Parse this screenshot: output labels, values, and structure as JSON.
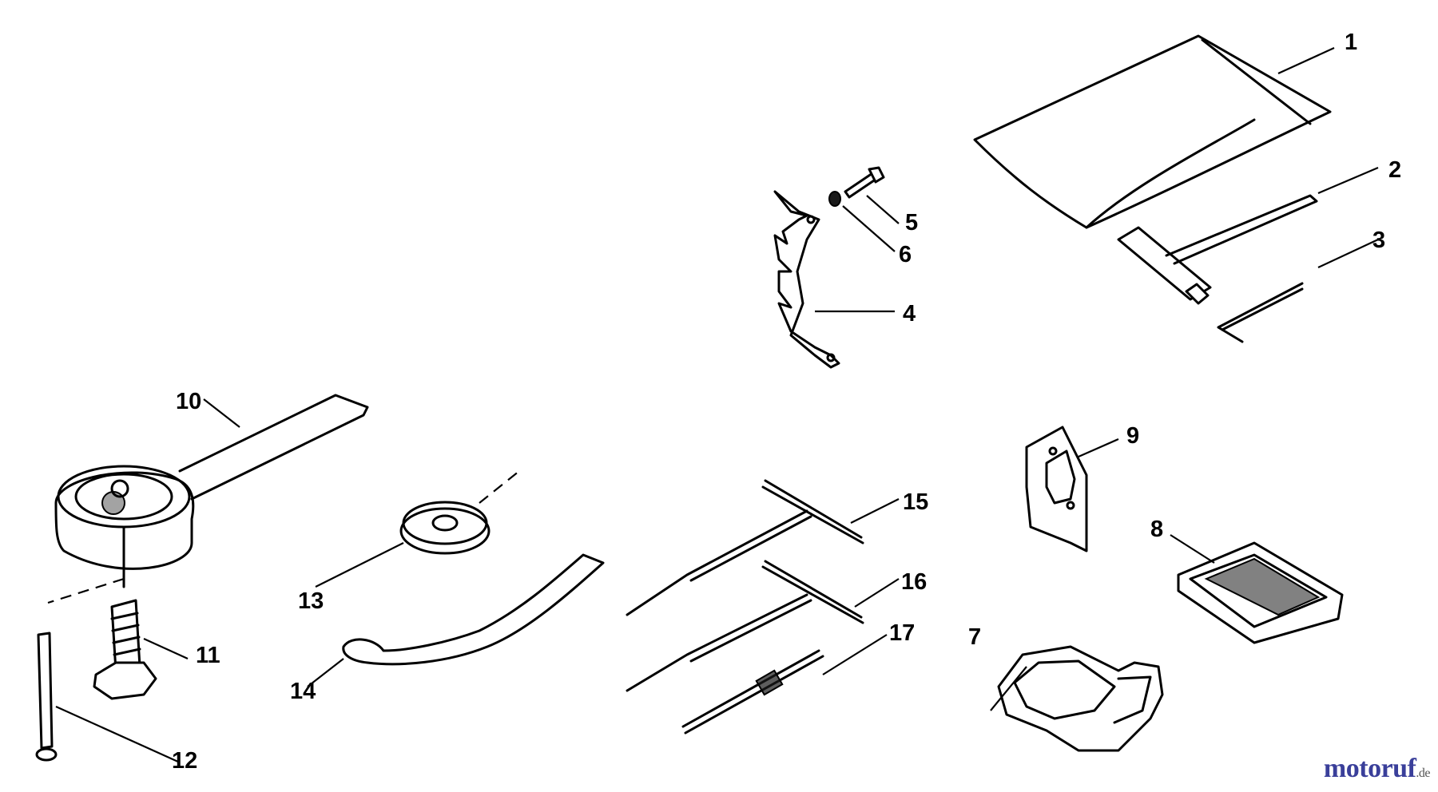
{
  "callouts": {
    "c1": "1",
    "c2": "2",
    "c3": "3",
    "c4": "4",
    "c5": "5",
    "c6": "6",
    "c7": "7",
    "c8": "8",
    "c9": "9",
    "c10": "10",
    "c11": "11",
    "c12": "12",
    "c13": "13",
    "c14": "14",
    "c15": "15",
    "c16": "16",
    "c17": "17"
  },
  "watermark": {
    "brand": "motoruf",
    "suffix": ".de",
    "color": "#3a3f9a"
  }
}
